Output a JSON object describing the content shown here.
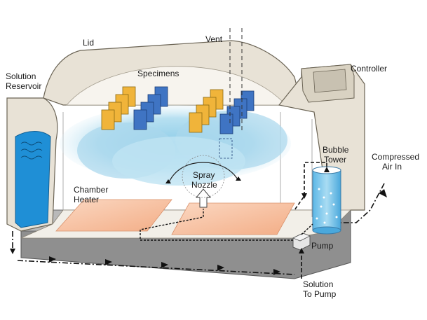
{
  "labels": {
    "lid": "Lid",
    "vent": "Vent",
    "controller": "Controller",
    "solution_reservoir": [
      "Solution",
      "Reservoir"
    ],
    "specimens": "Specimens",
    "bubble_tower": [
      "Bubble",
      "Tower"
    ],
    "compressed_air_in": [
      "Compressed",
      "Air In"
    ],
    "spray_nozzle": [
      "Spray",
      "Nozzle"
    ],
    "chamber_heater": [
      "Chamber",
      "Heater"
    ],
    "pump": "Pump",
    "solution_to_pump": [
      "Solution",
      "To Pump"
    ]
  },
  "colors": {
    "housing_fill": "#e8e2d6",
    "housing_stroke": "#6b6455",
    "base": "#8f8f8f",
    "water": "#1f8fd6",
    "heater": "#f6c2a1",
    "specimen_yellow": "#f0b43a",
    "specimen_blue": "#3f74c3",
    "fog": "#a9d7ec",
    "bubble_tower_fill": "#8fd0ef"
  }
}
